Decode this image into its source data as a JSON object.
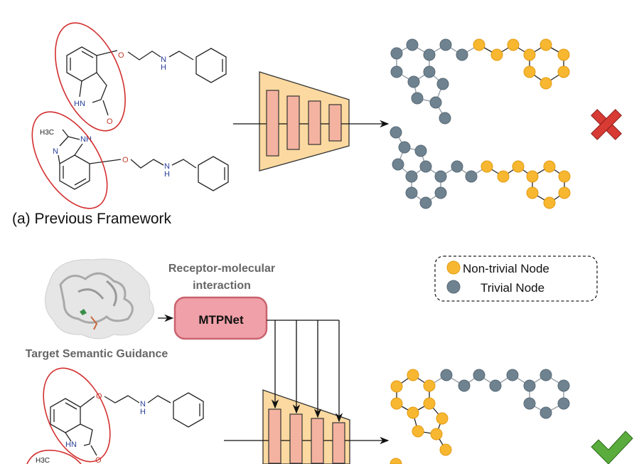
{
  "section_a": {
    "caption": "(a) Previous Framework"
  },
  "atoms": {
    "o": "O",
    "n": "N",
    "h": "H",
    "hn": "HN",
    "nh": "NH",
    "h3c": "H3C"
  },
  "guidance": {
    "target_label": "Target Semantic Guidance",
    "interaction_label_line1": "Receptor-molecular",
    "interaction_label_line2": "interaction",
    "module_label": "MTPNet"
  },
  "legend": {
    "items": [
      {
        "label": "Non-trivial Node",
        "color": "#f7b731"
      },
      {
        "label": "Trivial Node",
        "color": "#6e8290"
      }
    ]
  },
  "results": {
    "previous": "wrong-icon",
    "ours": "correct-icon"
  },
  "colors": {
    "encoder_fill": "#fcd9a0",
    "layer_fill": "#f4b3a0",
    "module_fill": "#f0a0a8",
    "module_border": "#c9636e",
    "ellipse": "#d32f2f",
    "wrong": "#d83a34",
    "correct": "#5aad3c"
  }
}
